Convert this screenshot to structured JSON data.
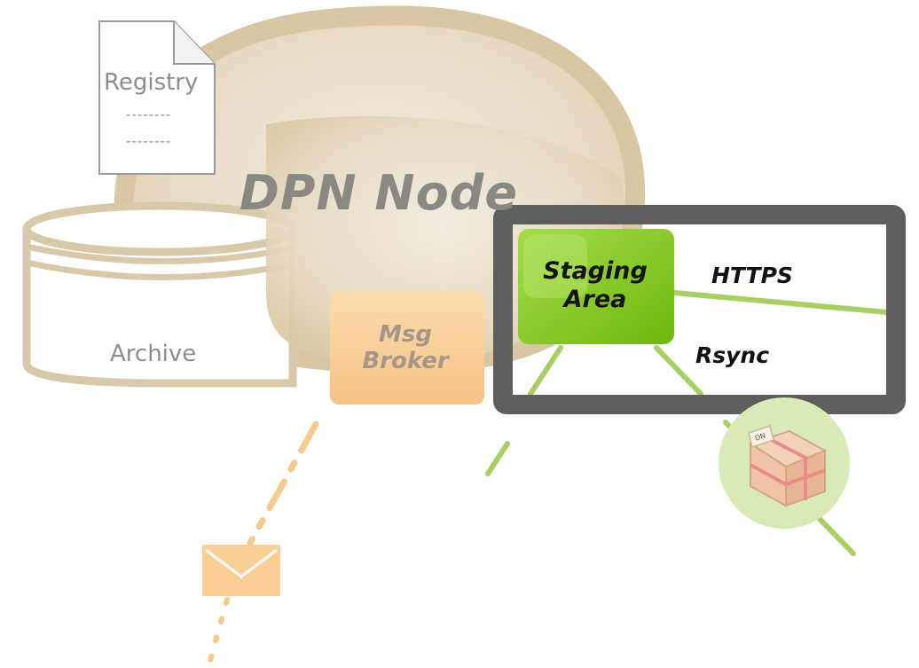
{
  "node": {
    "title": "DPN Node"
  },
  "registry": {
    "title": "Registry",
    "lines": [
      "--------",
      "--------"
    ]
  },
  "archive": {
    "label": "Archive"
  },
  "broker": {
    "label": "Msg\nBroker"
  },
  "staging": {
    "label": "Staging\nArea"
  },
  "protocols": {
    "https": "HTTPS",
    "rsync": "Rsync"
  },
  "package": {
    "tag": "DN"
  },
  "colors": {
    "node_fill": "#e8dcc4",
    "node_border": "#d6c49e",
    "broker": "#f8c88a",
    "staging": "#7cc11a",
    "green_line": "#9ccc52",
    "highlight_frame": "#5f5e5c",
    "package_halo": "#d6eab2"
  }
}
